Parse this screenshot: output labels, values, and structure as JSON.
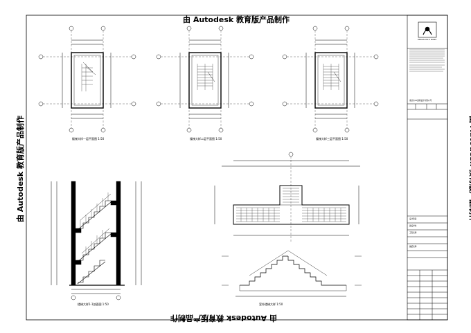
{
  "watermark": "由 Autodesk 教育版产品制作",
  "captions": {
    "plan1": "楼梯大样一层平面图 1:50",
    "plan2": "楼梯大样二层平面图 1:50",
    "plan3": "楼梯大样三层平面图 1:50",
    "section": "楼梯大样1-1剖面图 1:50",
    "exterior": "室外楼梯大样 1:50"
  },
  "title_block": {
    "logo_text": "DESIGN ON IT PARKS",
    "company": "重庆市XX建筑设计有限公司",
    "row1": "设计阶段",
    "row2": "建设单位",
    "row3": "工程名称",
    "row4": "图纸名称"
  }
}
